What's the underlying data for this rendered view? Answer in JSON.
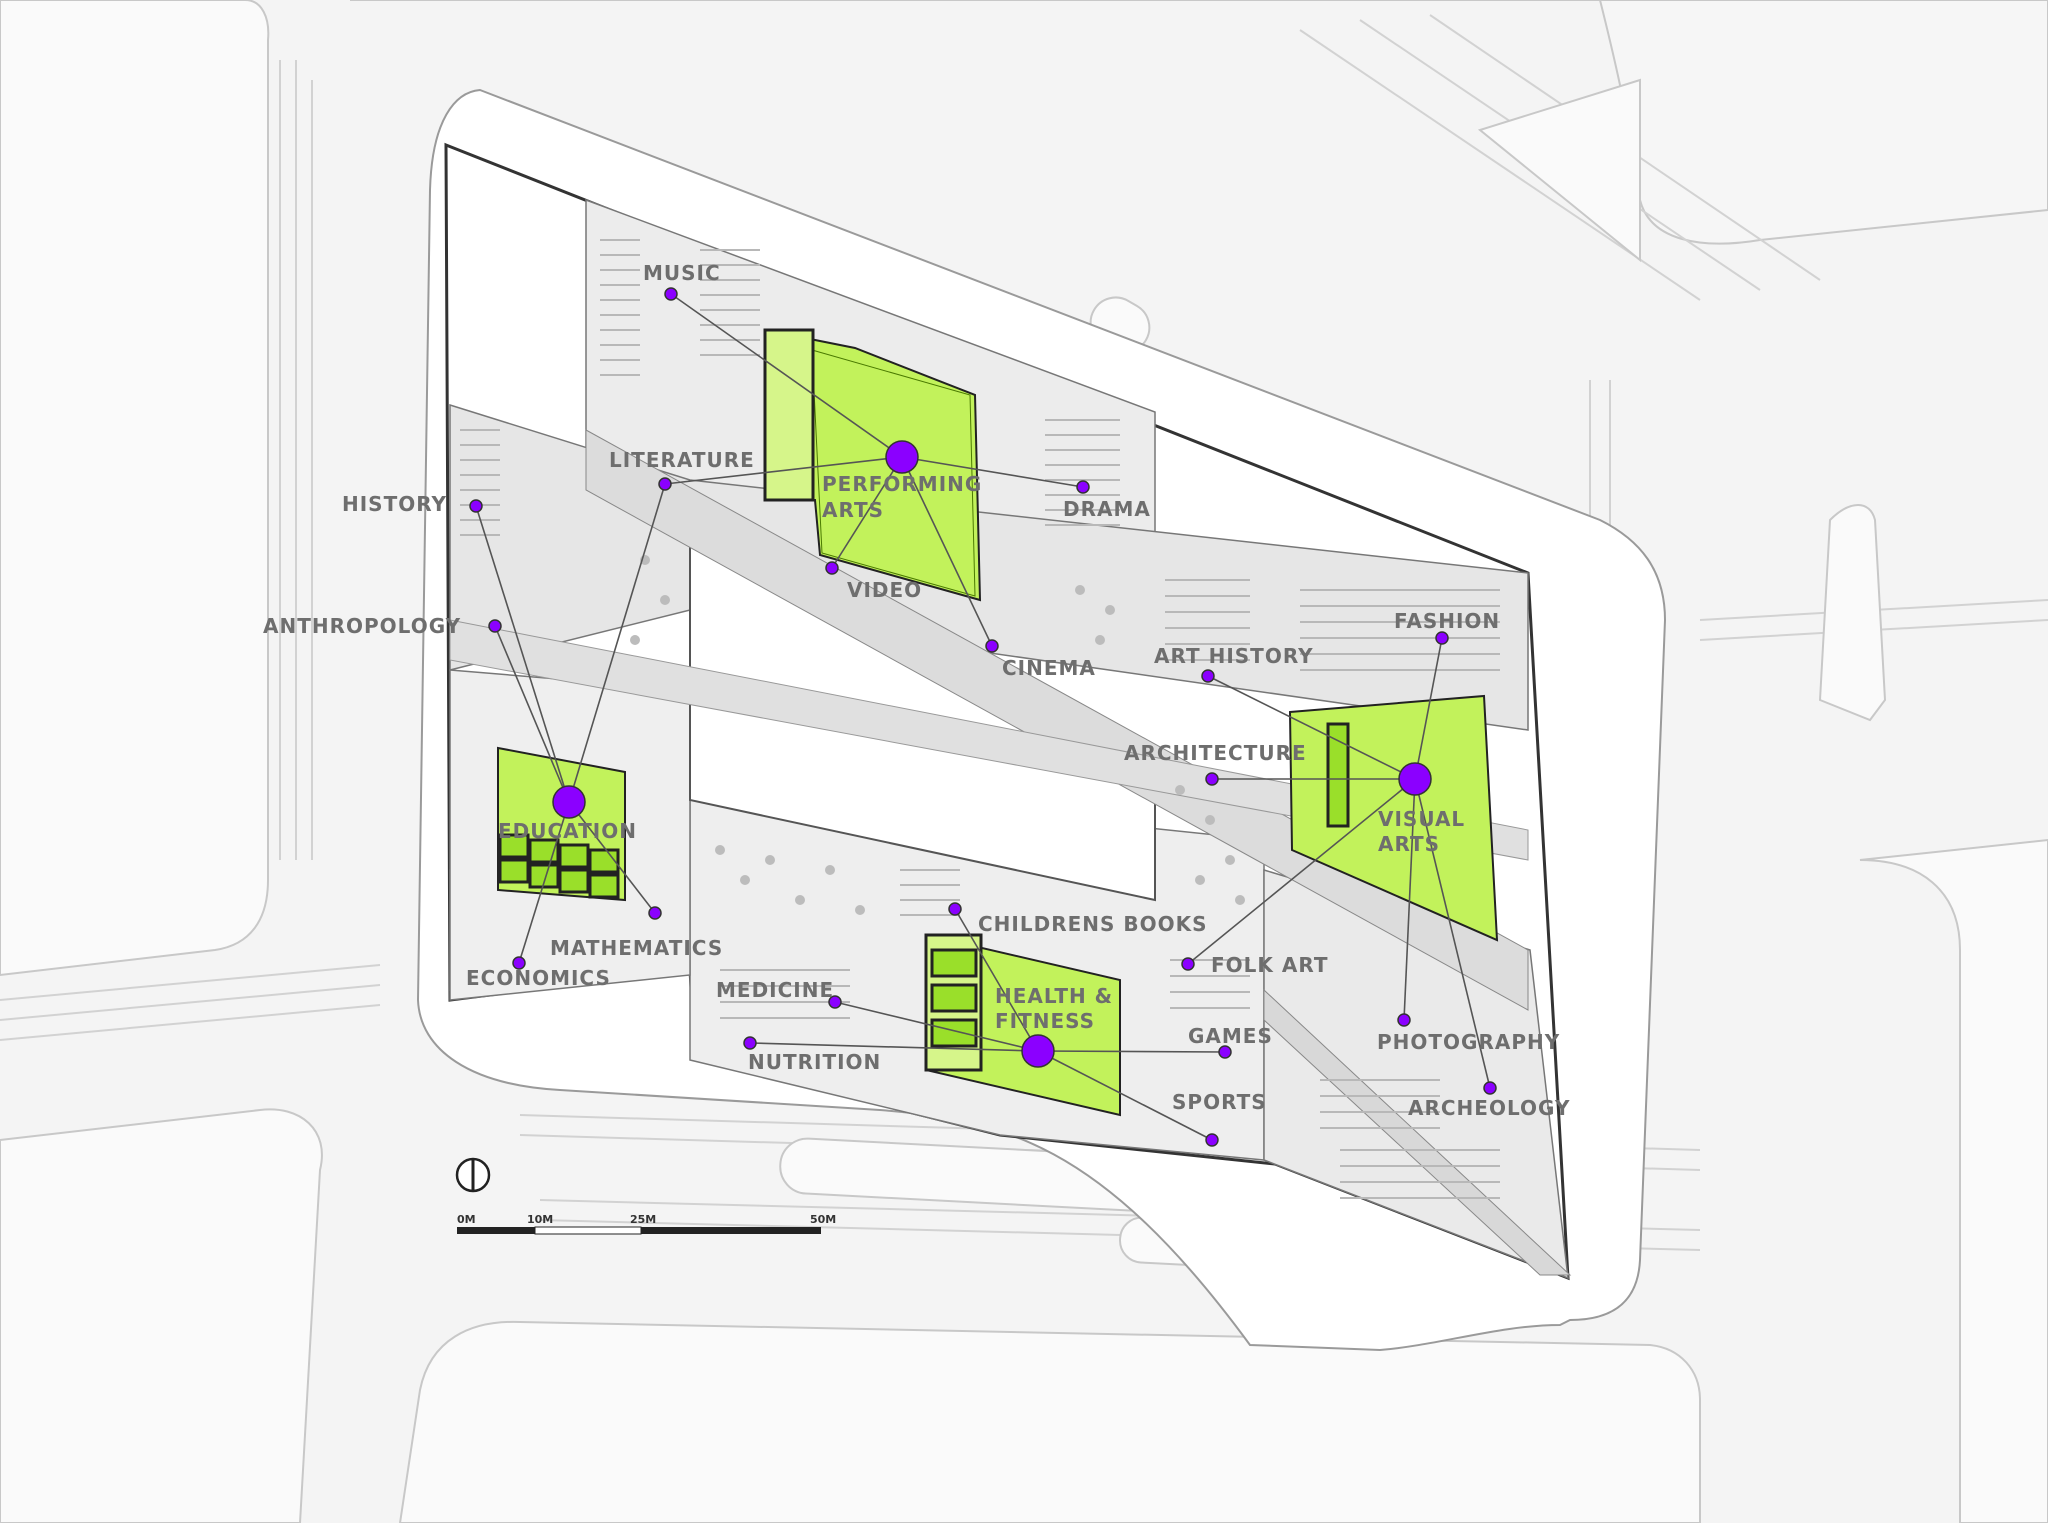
{
  "diagram": {
    "colors": {
      "hub": "#8b00ff",
      "node": "#8b00ff",
      "green_zone": "#c2f25b",
      "label": "#6e6e6e",
      "site": "#ffffff",
      "road": "#f2f2f2"
    },
    "labels": {
      "music": "MUSIC",
      "literature": "LITERATURE",
      "history": "HISTORY",
      "performing_1": "PERFORMING",
      "performing_2": "ARTS",
      "drama": "DRAMA",
      "video": "VIDEO",
      "anthropology": "ANTHROPOLOGY",
      "cinema": "CINEMA",
      "fashion": "FASHION",
      "art_history": "ART HISTORY",
      "architecture": "ARCHITECTURE",
      "visual_1": "VISUAL",
      "visual_2": "ARTS",
      "education": "EDUCATION",
      "mathematics": "MATHEMATICS",
      "economics": "ECONOMICS",
      "childrens_books": "CHILDRENS BOOKS",
      "folk_art": "FOLK ART",
      "medicine": "MEDICINE",
      "health_1": "HEALTH &",
      "health_2": "FITNESS",
      "games": "GAMES",
      "photography": "PHOTOGRAPHY",
      "nutrition": "NUTRITION",
      "sports": "SPORTS",
      "archeology": "ARCHEOLOGY"
    },
    "scale_bar": {
      "ticks": [
        "0M",
        "10M",
        "25M",
        "50M"
      ]
    }
  }
}
